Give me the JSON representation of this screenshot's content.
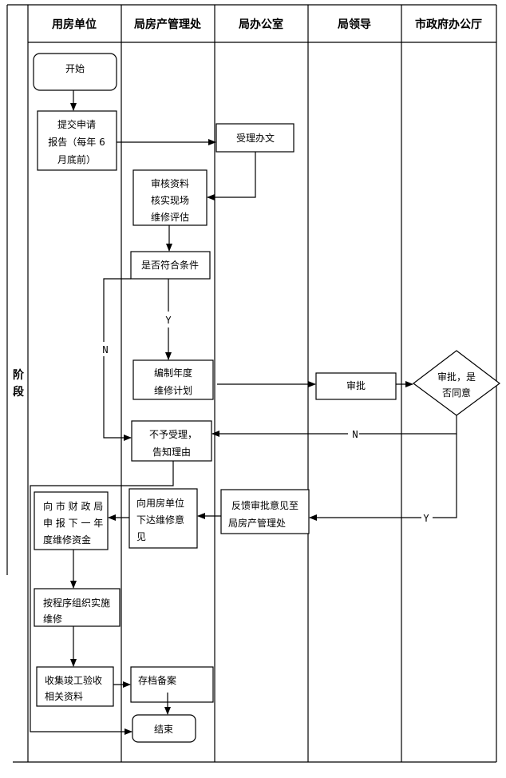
{
  "stage_label": [
    "阶",
    "段"
  ],
  "lanes": [
    {
      "id": "user_unit",
      "title": "用房单位"
    },
    {
      "id": "property_office",
      "title": "局房产管理处"
    },
    {
      "id": "bureau_office",
      "title": "局办公室"
    },
    {
      "id": "bureau_leader",
      "title": "局领导"
    },
    {
      "id": "city_gov_office",
      "title": "市政府办公厅"
    }
  ],
  "nodes": {
    "start": {
      "lines": [
        "开始"
      ],
      "shape": "terminal"
    },
    "submit_report": {
      "lines": [
        "提交申请",
        "报告（每年 6",
        "月底前）"
      ],
      "shape": "process"
    },
    "accept_doc": {
      "lines": [
        "受理办文"
      ],
      "shape": "process"
    },
    "review": {
      "lines": [
        "审核资料",
        "核实现场",
        "维修评估"
      ],
      "shape": "process"
    },
    "meets_conditions": {
      "lines": [
        "是否符合条件"
      ],
      "shape": "process"
    },
    "annual_plan": {
      "lines": [
        "编制年度",
        "维修计划"
      ],
      "shape": "process"
    },
    "approve": {
      "lines": [
        "审批"
      ],
      "shape": "process"
    },
    "approved_decision": {
      "lines": [
        "审批，是",
        "否同意"
      ],
      "shape": "decision"
    },
    "reject": {
      "lines": [
        "不予受理，",
        "告知理由"
      ],
      "shape": "process"
    },
    "feedback": {
      "lines": [
        "反馈审批意见至",
        "局房产管理处"
      ],
      "shape": "process"
    },
    "issue_opinion": {
      "lines": [
        "向用房单位",
        "下达维修意",
        "见"
      ],
      "shape": "process"
    },
    "apply_funds": {
      "lines": [
        "向 市 财 政 局",
        "申 报 下 一 年",
        "度维修资金"
      ],
      "shape": "process"
    },
    "implement": {
      "lines": [
        "按程序组织实施",
        "维修"
      ],
      "shape": "process"
    },
    "collect_docs": {
      "lines": [
        "收集竣工验收",
        "相关资料"
      ],
      "shape": "process"
    },
    "archive": {
      "lines": [
        "存档备案"
      ],
      "shape": "process"
    },
    "end": {
      "lines": [
        "结束"
      ],
      "shape": "terminal"
    }
  },
  "edge_labels": {
    "cond_no": "N",
    "cond_yes": "Y",
    "decision_no": "N",
    "decision_yes": "Y"
  },
  "colors": {
    "line": "#000000",
    "background": "#ffffff"
  }
}
